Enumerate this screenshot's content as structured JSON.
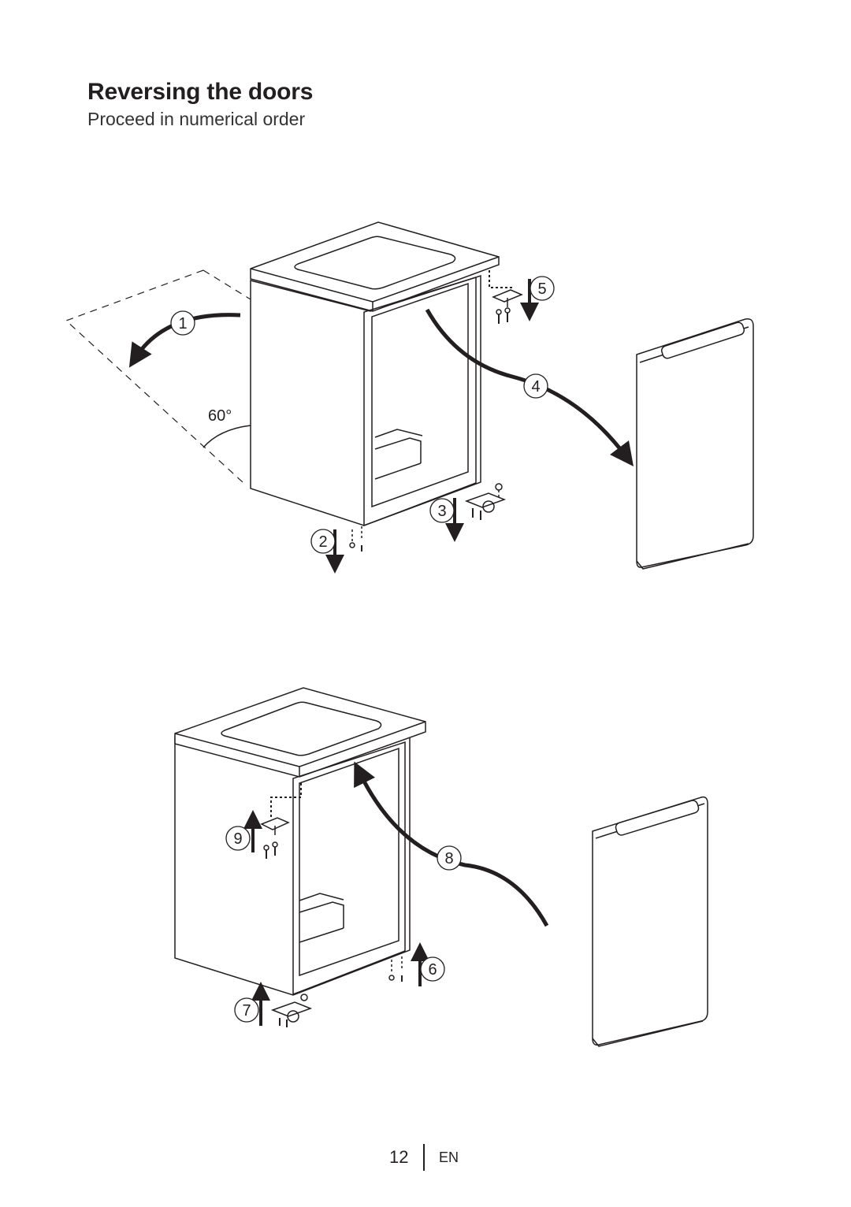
{
  "heading": {
    "title": "Reversing the doors",
    "subtitle": "Proceed in numerical order"
  },
  "diagram": {
    "angle_label": "60°",
    "steps": [
      "1",
      "2",
      "3",
      "4",
      "5",
      "6",
      "7",
      "8",
      "9"
    ]
  },
  "footer": {
    "page_number": "12",
    "language": "EN"
  }
}
